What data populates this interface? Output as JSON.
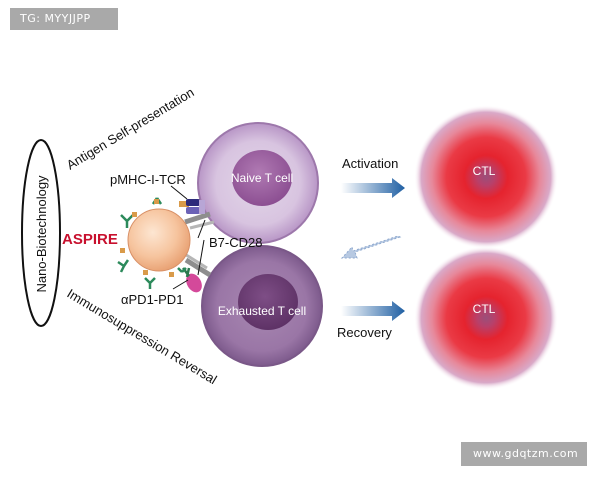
{
  "watermarks": {
    "top": "TG: MYYJJPP",
    "bottom": "www.gdqtzm.com"
  },
  "diagram": {
    "side_label": "Nano-Biotechnology",
    "top_curve_label": "Antigen Self-presentation",
    "bottom_curve_label": "Immunosuppression Reversal",
    "nanoparticle_label": "ASPIRE",
    "interactions": {
      "upper": "pMHC-I-TCR",
      "middle": "B7-CD28",
      "lower": "αPD1-PD1"
    },
    "cells": {
      "naive": "Naive T cell",
      "exhausted": "Exhausted T cell",
      "ctl_top": "CTL",
      "ctl_bottom": "CTL"
    },
    "arrows": {
      "activation": "Activation",
      "recovery": "Recovery"
    },
    "colors": {
      "aspire_label": "#c8102e",
      "arrow_blue": "#1f5fa3",
      "cell_purple": "#a27aae",
      "ctl_red": "#e5232e"
    }
  }
}
